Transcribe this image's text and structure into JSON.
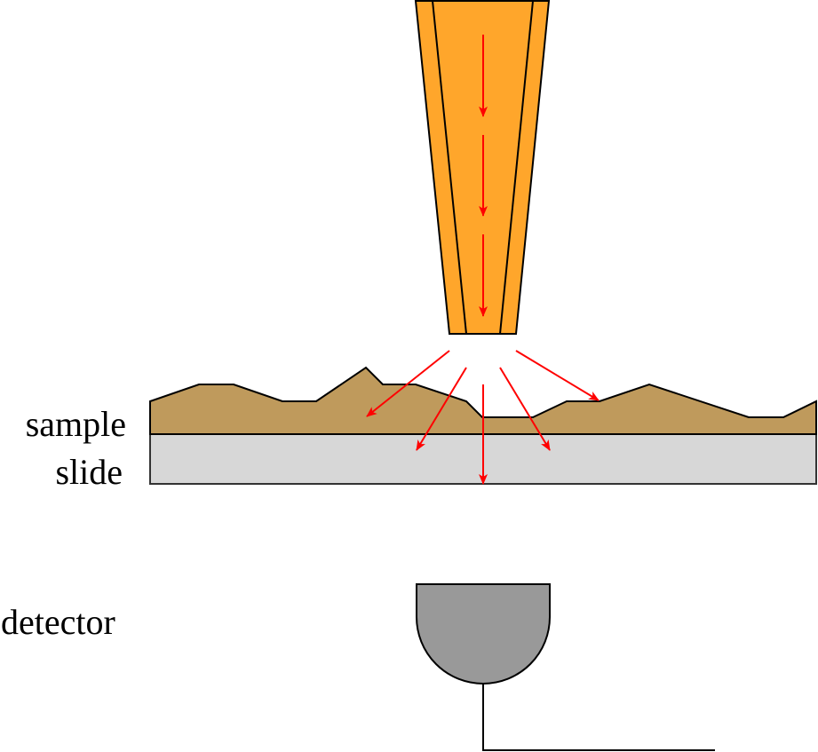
{
  "labels": {
    "sample": "sample",
    "slide": "slide",
    "detector": "detector"
  },
  "colors": {
    "beam": "#FFA62B",
    "arrow": "#FF0000",
    "sample": "#BF9A5C",
    "slide": "#D7D7D7",
    "detector": "#999999",
    "outline": "#000000"
  },
  "components": [
    "laser-beam",
    "sample",
    "slide",
    "detector"
  ]
}
